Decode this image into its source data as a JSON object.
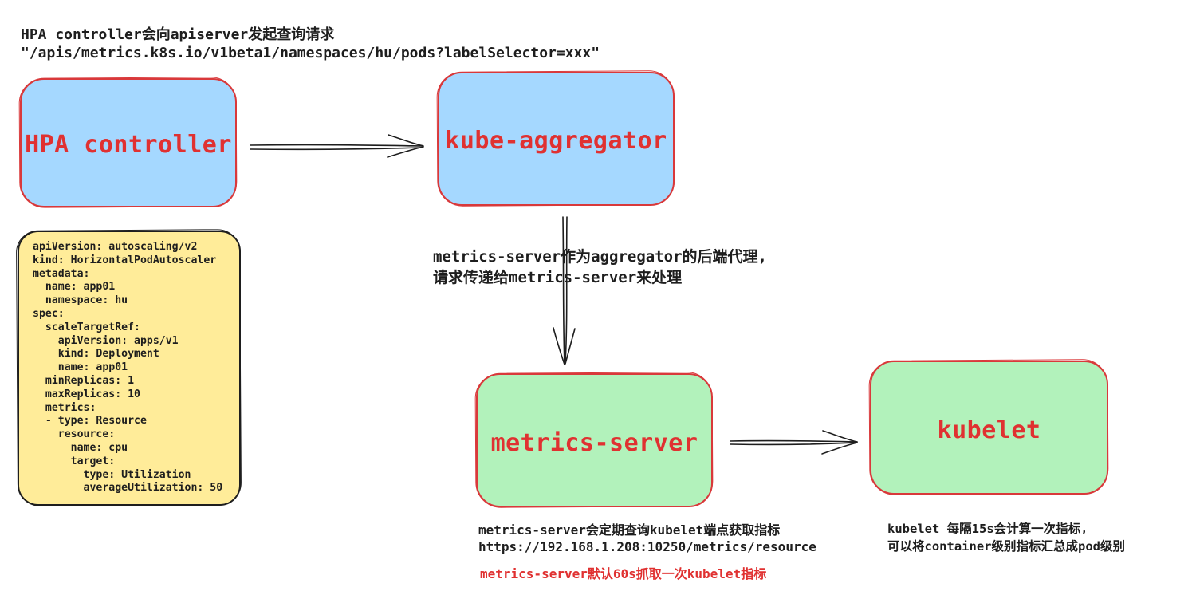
{
  "header": {
    "line1": "HPA controller会向apiserver发起查询请求",
    "line2": "\"/apis/metrics.k8s.io/v1beta1/namespaces/hu/pods?labelSelector=xxx\""
  },
  "nodes": {
    "hpa_controller": "HPA controller",
    "kube_aggregator": "kube-aggregator",
    "metrics_server": "metrics-server",
    "kubelet": "kubelet"
  },
  "yaml_lines": [
    "apiVersion: autoscaling/v2",
    "kind: HorizontalPodAutoscaler",
    "metadata:",
    "  name: app01",
    "  namespace: hu",
    "spec:",
    "  scaleTargetRef:",
    "    apiVersion: apps/v1",
    "    kind: Deployment",
    "    name: app01",
    "  minReplicas: 1",
    "  maxReplicas: 10",
    "  metrics:",
    "  - type: Resource",
    "    resource:",
    "      name: cpu",
    "      target:",
    "        type: Utilization",
    "        averageUtilization: 50"
  ],
  "annotations": {
    "aggregator_line1": "metrics-server作为aggregator的后端代理,",
    "aggregator_line2": "请求传递给metrics-server来处理",
    "ms_line1": "metrics-server会定期查询kubelet端点获取指标",
    "ms_line2": "https://192.168.1.208:10250/metrics/resource",
    "ms_interval": "metrics-server默认60s抓取一次kubelet指标",
    "kubelet_line1": "kubelet 每隔15s会计算一次指标,",
    "kubelet_line2": "可以将container级别指标汇总成pod级别"
  },
  "colors": {
    "blue_fill": "#a5d8ff",
    "green_fill": "#b2f2bb",
    "yellow_fill": "#ffec99",
    "red_text": "#e03131",
    "red_stroke": "#d9393b",
    "ink": "#1e1e1e"
  }
}
